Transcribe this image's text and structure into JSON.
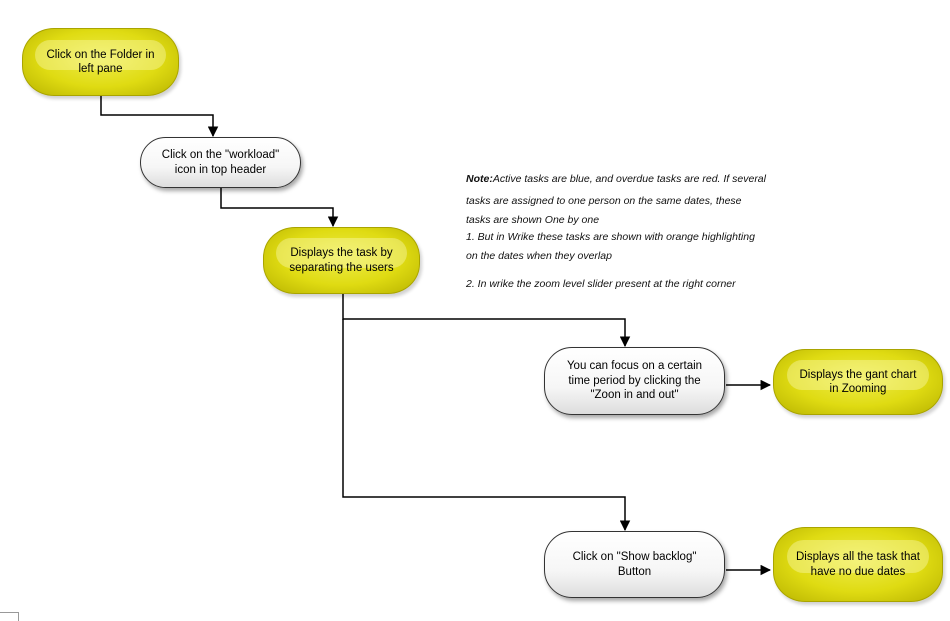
{
  "nodes": {
    "folder": {
      "text": "Click on the Folder in\nleft pane"
    },
    "workload": {
      "text": "Click on the \"workload\"\nicon in top header"
    },
    "displays_task": {
      "text": "Displays the task by\nseparating the users"
    },
    "focus": {
      "text": "You can focus on a certain\ntime period by clicking the\n\"Zoon in and out\""
    },
    "gant": {
      "text": "Displays the gant chart\nin Zooming"
    },
    "backlog": {
      "text": "Click on \"Show backlog\"\nButton"
    },
    "no_due": {
      "text": "Displays all the task that\nhave no due dates"
    }
  },
  "note": {
    "label": "Note:",
    "line1": "Active tasks are blue, and overdue tasks are red. If several",
    "line2": "tasks are assigned to one person on the same dates, these",
    "line3": "tasks are shown One by one",
    "line4": "1.  But in Wrike these tasks are shown with orange highlighting",
    "line5": "on the dates when they overlap",
    "line6": "2.  In wrike the zoom level slider present at the right corner"
  },
  "colors": {
    "process_fill": "#dfdb12",
    "decision_fill": "#f6f6f6",
    "connector": "#000000"
  }
}
